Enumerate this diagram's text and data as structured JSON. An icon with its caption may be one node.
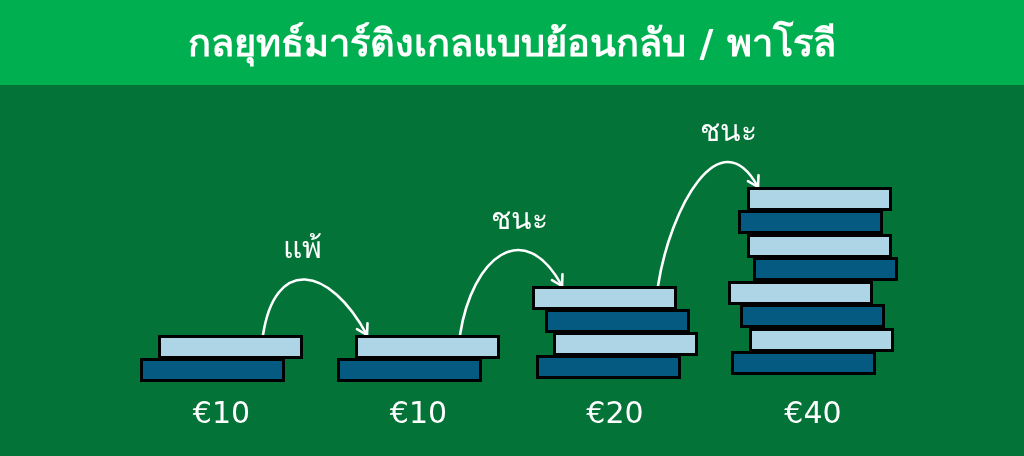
{
  "diagram": {
    "title": "กลยุทธ์มาร์ติงเกลแบบย้อนกลับ / พาโรลี",
    "nodes": [
      {
        "text": [],
        "shape": "picture",
        "beside": [
          "€10"
        ]
      },
      {
        "text": [],
        "shape": "picture",
        "beside": [
          "€10"
        ]
      },
      {
        "text": [],
        "shape": "picture",
        "beside": [
          "€20"
        ]
      },
      {
        "text": [],
        "shape": "picture",
        "beside": [
          "€40"
        ]
      }
    ],
    "edges": [
      {
        "from": 0,
        "to": 1,
        "arrow": "to",
        "label": "แพ้"
      },
      {
        "from": 1,
        "to": 2,
        "arrow": "to",
        "label": "ชนะ"
      },
      {
        "from": 2,
        "to": 3,
        "arrow": "to",
        "label": "ชนะ"
      }
    ]
  }
}
